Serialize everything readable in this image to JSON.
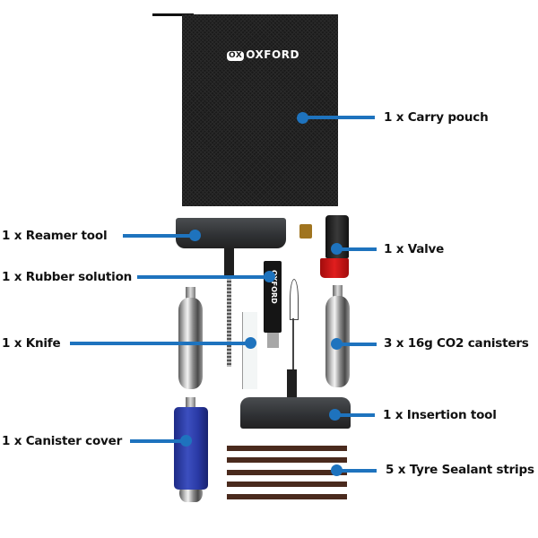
{
  "brand": {
    "name": "OXFORD",
    "mark": "OX"
  },
  "accent_color": "#1e73be",
  "items": [
    {
      "label": "1 x Carry pouch"
    },
    {
      "label": "1 x Reamer tool"
    },
    {
      "label": "1 x Valve"
    },
    {
      "label": "1 x Rubber solution"
    },
    {
      "label": "1 x Knife"
    },
    {
      "label": "3 x 16g CO2 canisters"
    },
    {
      "label": "1 x Insertion tool"
    },
    {
      "label": "1 x Canister cover"
    },
    {
      "label": "5 x Tyre Sealant strips"
    }
  ]
}
